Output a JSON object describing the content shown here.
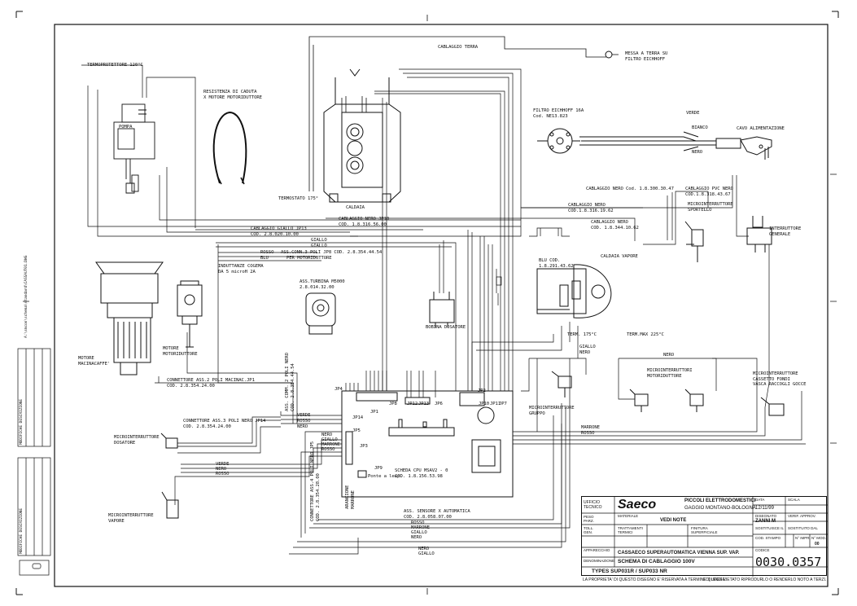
{
  "labels": {
    "termoprotettore": "TERMOPROTETTORE 120°C",
    "pompa": "POMPA",
    "resistenza": "RESISTENZA DI CADUTA\nX MOTORE MOTORIDUTTORE",
    "cablaggio_terra": "CABLAGGIO TERRA",
    "messa_terra": "MESSA A TERRA SU\nFILTRO EICHHOFF",
    "filtro": "FILTRO EICHHOFF 16A\nCod. NE13.823",
    "verde": "VERDE",
    "bianco": "BIANCO",
    "nero": "NERO",
    "cavo": "CAVO ALIMENTAZIONE",
    "termostato": "TERMOSTATO 175°",
    "caldaia": "CALDAIA",
    "cablaggio_nero_cod": "CABLAGGIO NERO Cod. 1.8.300.30.47",
    "cablaggio_pvc": "CABLAGGIO PVC NERO\nCOD.1.8.318.43.67",
    "microint_sportello": "MICROINTERRUTTORE\nSPORTELLO",
    "interruttore_gen": "INTERRUTTORE\nGENERALE",
    "cablaggio_nero_jp10": "CABLAGGIO NERO JP10\nCOD. 1.8.316.56.00",
    "cablaggio_giallo": "CABLAGGIO GIALLO JP13\nCOD. 2.8.020.10.00",
    "cablaggio_nero_2": "CABLAGGIO NERO\nCOD.1.8.316.19.62",
    "cablaggio_nero_3": "CABLAGGIO NERO\nCOD. 1.8.344.10.62",
    "giallo1": "GIALLO",
    "giallo2": "GIALLO",
    "rosso": "ROSSO",
    "blu": "BLU",
    "ass_cond": "ASS.CONN.3 POLI JP8 COD. 2.8.354.44.54",
    "per_motoriduttore": "PER MOTORIDUTTORE",
    "induttanze": "INDUTTANZE COGEMA\nDA 5 microH 2A",
    "ass_turbina": "ASS.TURBINA M5000\n2.8.014.32.00",
    "blu_cod": "BLU COD.\n1.8.291.43.62",
    "caldaia_vapore": "CALDAIA VAPORE",
    "motore_macinacaffe": "MOTORE\nMACINACAFFE'",
    "motore_motoriduttore": "MOTORE\nMOTORIDUTTORE",
    "bobina": "BOBINA DOSATORE",
    "term175": "TERM. 175°C",
    "term225": "TERM.MAX 225°C",
    "connettore_jp1": "CONNETTORE ASS.2 POLI MACINAC.JP1\nCOD. 2.8.354.24.00",
    "connettore_jp14": "CONNETTORE ASS.3 POLI NERO JP14\nCOD. 2.8.354.24.00",
    "giallo_s": "GIALLO",
    "nero_s": "NERO",
    "microint_motoriduttore": "MICROINTERRUTTORI\nMOTORIDUTTORE",
    "microint_gruppo": "MICROINTERRUTTORE\nGRUPPO",
    "microint_cassetto": "MICROINTERRUTTORE\nCASSETTO FONDI\nVASCA RACCOGLI GOCCE",
    "marrone": "MARRONE",
    "rosso2": "ROSSO",
    "microint_dosatore": "MICROINTERRUTTORE\nDOSATORE",
    "microint_vapore": "MICROINTERRUTTORE\nVAPORE",
    "verde_rosso_nero": [
      "VERDE",
      "ROSSO",
      "NERO"
    ],
    "verde_nero_rosso": [
      "VERDE",
      "NERO",
      "ROSSO"
    ],
    "jp4": "JP4",
    "jp14": "JP14",
    "jp1": "JP1",
    "jp5": "JP5",
    "jp3": "JP3",
    "jp2": "JP2",
    "jp9": "JP9",
    "jp8": "JP8",
    "jp12": "JP12",
    "jp13": "JP13",
    "jp6": "JP6",
    "jp10": "JP10",
    "jp11": "JP11",
    "jp7": "JP7",
    "ponte": "Ponte a leap.",
    "scheda": "SCHEDA CPU MSAV2 - 0\nCOD. 1.8.156.53.98",
    "nero_giallo_marrone_rosso": [
      "NERO",
      "GIALLO",
      "MARRONE",
      "ROSSO"
    ],
    "ass_sensore": "ASS. SENSORE X AUTOMATICA\nCOD. 2.8.058.07.00",
    "bottom_colors": [
      "ROSSO",
      "MARRONE",
      "GIALLO",
      "NERO"
    ],
    "bottom_colors2": [
      "NERO",
      "GIALLO"
    ],
    "conn_jp5": "CONNETTORE ASS.4 POLI NERO JP5\nCOD. 2.8.354.28.00",
    "vertical_ass": "ASS. COMM. 2 POLI NERO\nCOD. 2.8.354.44.54",
    "marrone_arancione": "ARANCIONE\nMARRONE",
    "left_edge_note": "A:\\smcon\\schema\\standard\\CASSAUT01.DWG"
  },
  "title_block": {
    "ufficio": "UFFICIO\nTECNICO",
    "brand": "Saeco",
    "company": "PICCOLI ELETTRODOMESTICI",
    "company_loc": "GAGGIO MONTANO-BOLOGNA",
    "data_label": "DATA",
    "data": "12/11/99",
    "scala_label": "SCALA",
    "disegnato_label": "DISEGNATO",
    "disegnato": "ZANNI M",
    "verif_label": "VERIF. APPROV.",
    "sostituisce_label": "SOSTITUISCE IL",
    "sostituito_label": "SOSTITUITO DAL",
    "peso_label": "PESO\nPARZ.",
    "materiale_label": "MATERIALE",
    "materiale": "VEDI NOTE",
    "toll_label": "TOLL.\nGEN.",
    "trattamenti_label": "TRATTAMENTI\nTERMICI",
    "finitura_label": "FINITURA\nSUPERFICIALE",
    "cod_stampo_label": "COD. STAMPO",
    "n_impr_label": "N° IMPR.",
    "n_mod_label": "N° MOD.",
    "n_mod": "00",
    "apparecchio_label": "APPARECCHIO",
    "apparecchio": "CASSAECO SUPERAUTOMATICA VIENNA SUP. VAP.",
    "denominazione_label": "DENOMINAZIONE",
    "denominazione": "SCHEMA DI CABLAGGIO 100V",
    "codice_label": "CODICE",
    "codice": "0030.0357",
    "types": "TYPES  SUP031R / SUP033 NR",
    "proprieta": "LA PROPRIETA' DI QUESTO DISEGNO E' RISERVATA A TERMINI DI LEGGE.",
    "vietato": "E' QUINDI VIETATO RIPRODURLO O RENDERLO NOTO A TERZI."
  },
  "revision_table": {
    "header1": "MODIFICHE  DESCRIZIONE",
    "header2": "MODIFICHE  DESCRIZIONE"
  }
}
